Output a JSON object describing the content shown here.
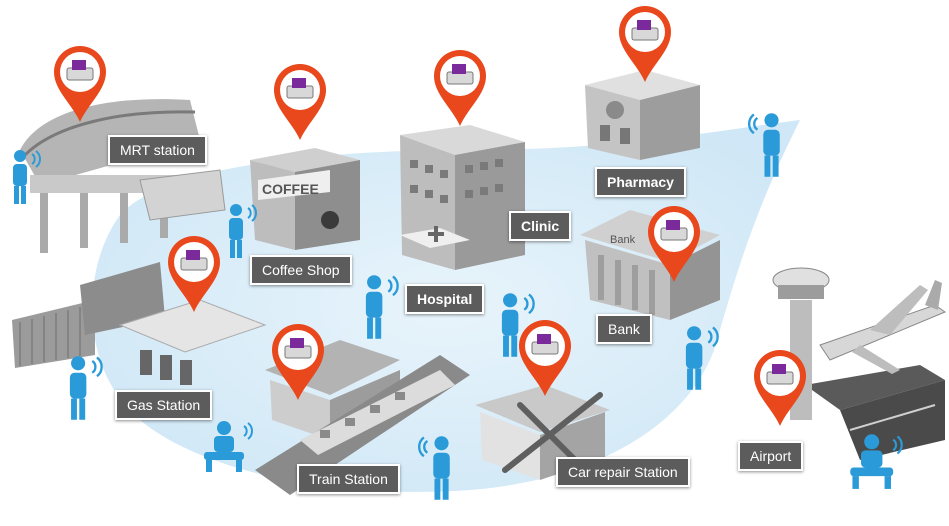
{
  "locations": [
    {
      "label": "MRT station",
      "bold": false
    },
    {
      "label": "Coffee Shop",
      "bold": false
    },
    {
      "label": "Hospital",
      "bold": true
    },
    {
      "label": "Clinic",
      "bold": true
    },
    {
      "label": "Pharmacy",
      "bold": true
    },
    {
      "label": "Bank",
      "bold": false
    },
    {
      "label": "Gas Station",
      "bold": false
    },
    {
      "label": "Train Station",
      "bold": false
    },
    {
      "label": "Car repair Station",
      "bold": false
    },
    {
      "label": "Airport",
      "bold": false
    }
  ],
  "signs": {
    "coffee": "COFFEE",
    "bank": "Bank"
  },
  "icons": {
    "pin": "map-pin-printer-icon",
    "person": "person-phone-icon",
    "signal": "wireless-signal-icon"
  },
  "colors": {
    "pin": "#e8481c",
    "person": "#2a9ad8",
    "label_bg": "#5c5c5c",
    "area": "#d6ecf8"
  }
}
